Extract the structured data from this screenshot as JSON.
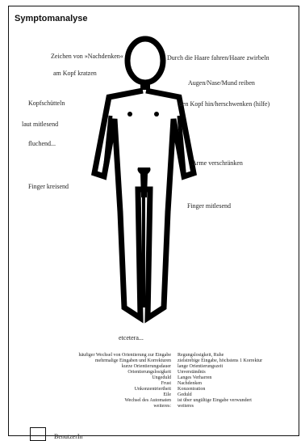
{
  "title": "Symptomanalyse",
  "symptoms_left": [
    "Zeichen von »Nachdenken«",
    "am Kopf kratzen",
    "Kopfschütteln",
    "laut mitlesend",
    "fluchend...",
    "Finger kreisend"
  ],
  "symptoms_right": [
    "Durch die Haare fahren/Haare zwirbeln",
    "Augen/Nase/Mund reiben",
    "den Kopf hin/herschwenken (hilfe)",
    "Arme verschränken",
    "Finger mitlesend"
  ],
  "etcetera": "etcetera...",
  "left_column": [
    "häufiger Wechsel von Orientierung  zur Eingabe",
    "mehrmalige Eingaben und Korrekturen",
    "kurze Orientierungsdauer",
    "Orientierungslosigkeit",
    "Ungeduld",
    "Frust",
    "Unkonzentriertheit",
    "Eile",
    "Wechsel des Automaten",
    "weiteres:"
  ],
  "right_column": [
    "Regungslosigkeit, Ruhe",
    "zielstrebige Eingabe, höchstens 1 Korrektur",
    "lange Orientierungszeit",
    "Unverständnis",
    "Langes Verharren",
    "Nachdenken",
    "Konzentration",
    "Geduld",
    "ist über ungültige Eingabe verwundert",
    "weiteres"
  ],
  "legend_label": "BenutzerIn"
}
